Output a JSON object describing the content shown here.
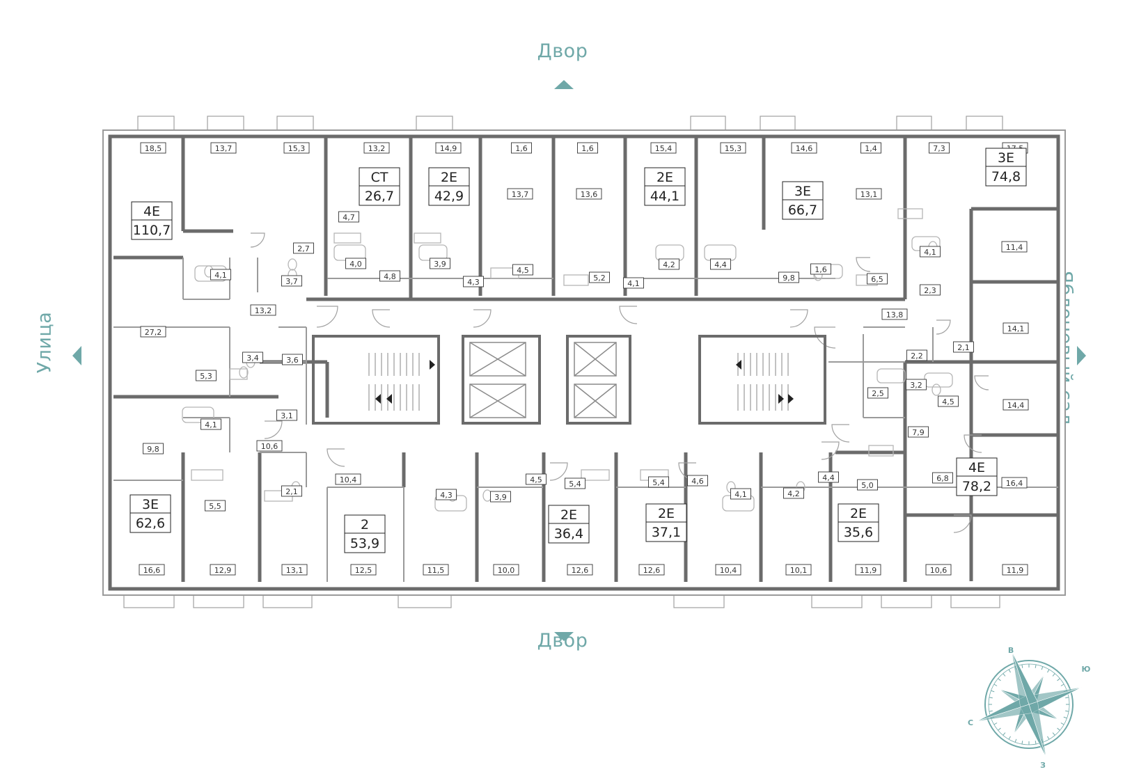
{
  "directions": {
    "top": "Двор",
    "bottom": "Двор",
    "left": "Улица",
    "right": "Яблоневый сад"
  },
  "colors": {
    "accent": "#6fa8a8",
    "wall": "#6b6b6b",
    "thin": "#9a9a9a",
    "fixture": "#b5b5b5"
  },
  "compass": {
    "n": "В",
    "e": "Ю",
    "s": "З",
    "w": "С"
  },
  "units": [
    {
      "type": "4Е",
      "area": "110,7"
    },
    {
      "type": "СТ",
      "area": "26,7"
    },
    {
      "type": "2Е",
      "area": "42,9"
    },
    {
      "type": "2Е",
      "area": "44,1"
    },
    {
      "type": "3Е",
      "area": "66,7"
    },
    {
      "type": "3Е",
      "area": "74,8"
    },
    {
      "type": "3Е",
      "area": "62,6"
    },
    {
      "type": "2",
      "area": "53,9"
    },
    {
      "type": "2Е",
      "area": "36,4"
    },
    {
      "type": "2Е",
      "area": "37,1"
    },
    {
      "type": "2Е",
      "area": "35,6"
    },
    {
      "type": "4Е",
      "area": "78,2"
    }
  ],
  "room_areas": [
    "18,5",
    "13,7",
    "15,3",
    "13,2",
    "14,9",
    "1,6",
    "1,6",
    "15,4",
    "15,3",
    "14,6",
    "1,4",
    "7,3",
    "17,5",
    "13,7",
    "13,6",
    "13,1",
    "4,7",
    "4,1",
    "2,7",
    "3,7",
    "4,0",
    "4,8",
    "3,9",
    "4,3",
    "4,5",
    "5,2",
    "4,1",
    "4,2",
    "4,4",
    "9,8",
    "1,6",
    "6,5",
    "4,1",
    "11,4",
    "2,3",
    "13,2",
    "13,8",
    "27,2",
    "3,4",
    "3,6",
    "5,3",
    "2,2",
    "2,1",
    "14,1",
    "4,1",
    "3,1",
    "2,5",
    "3,2",
    "4,5",
    "14,4",
    "9,8",
    "10,6",
    "7,9",
    "10,4",
    "2,1",
    "4,3",
    "3,9",
    "4,5",
    "5,4",
    "5,4",
    "4,6",
    "4,1",
    "4,2",
    "4,4",
    "5,0",
    "6,8",
    "16,4",
    "5,5",
    "16,6",
    "12,9",
    "13,1",
    "12,5",
    "11,5",
    "10,0",
    "12,6",
    "12,6",
    "10,4",
    "10,1",
    "11,9",
    "10,6",
    "11,9"
  ]
}
